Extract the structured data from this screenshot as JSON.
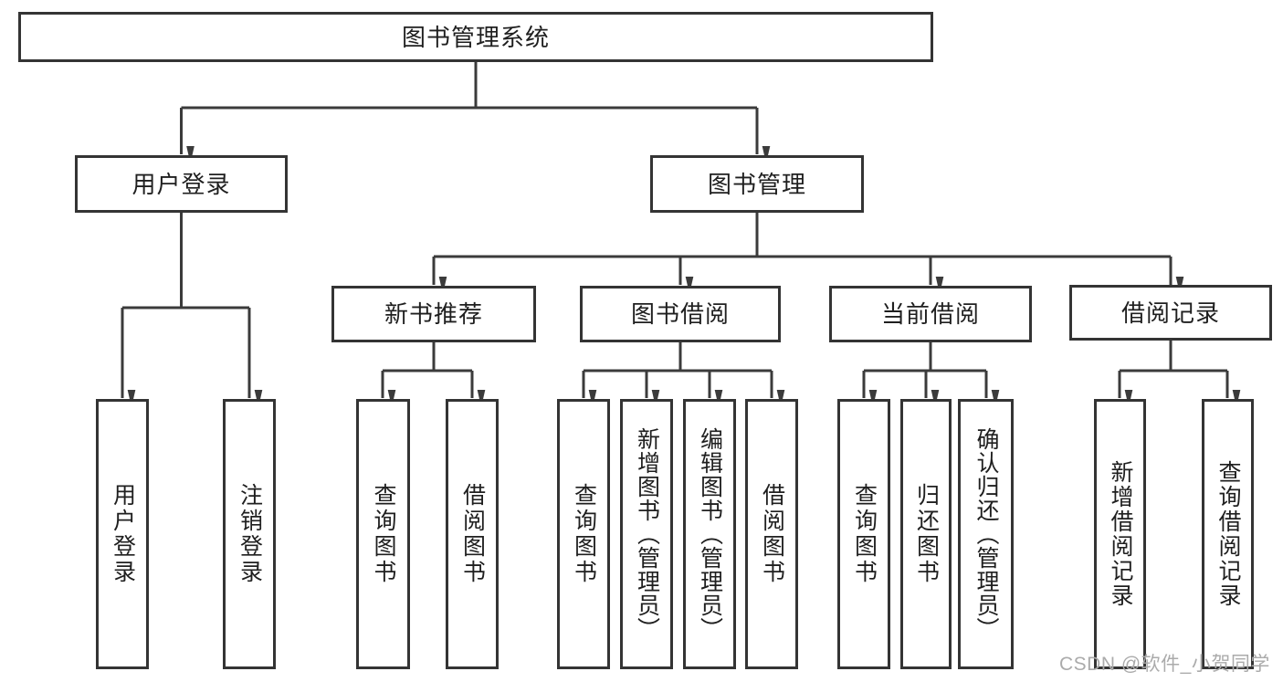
{
  "diagram_title": "图书管理系统",
  "tree": {
    "label": "图书管理系统",
    "children": [
      {
        "label": "用户登录",
        "children": [
          {
            "label": "用户登录"
          },
          {
            "label": "注销登录"
          }
        ]
      },
      {
        "label": "图书管理",
        "children": [
          {
            "label": "新书推荐",
            "children": [
              {
                "label": "查询图书"
              },
              {
                "label": "借阅图书"
              }
            ]
          },
          {
            "label": "图书借阅",
            "children": [
              {
                "label": "查询图书"
              },
              {
                "label": "新增图书（管理员）"
              },
              {
                "label": "编辑图书（管理员）"
              },
              {
                "label": "借阅图书"
              }
            ]
          },
          {
            "label": "当前借阅",
            "children": [
              {
                "label": "查询图书"
              },
              {
                "label": "归还图书"
              },
              {
                "label": "确认归还（管理员）"
              }
            ]
          },
          {
            "label": "借阅记录",
            "children": [
              {
                "label": "新增借阅记录"
              },
              {
                "label": "查询借阅记录"
              }
            ]
          }
        ]
      }
    ]
  },
  "watermark": "CSDN @软件_小贺同学",
  "colors": {
    "line": "#3b3b3b",
    "box_border": "#343434",
    "text": "#1f1f1f",
    "watermark": "#ababab",
    "background": "#ffffff"
  }
}
